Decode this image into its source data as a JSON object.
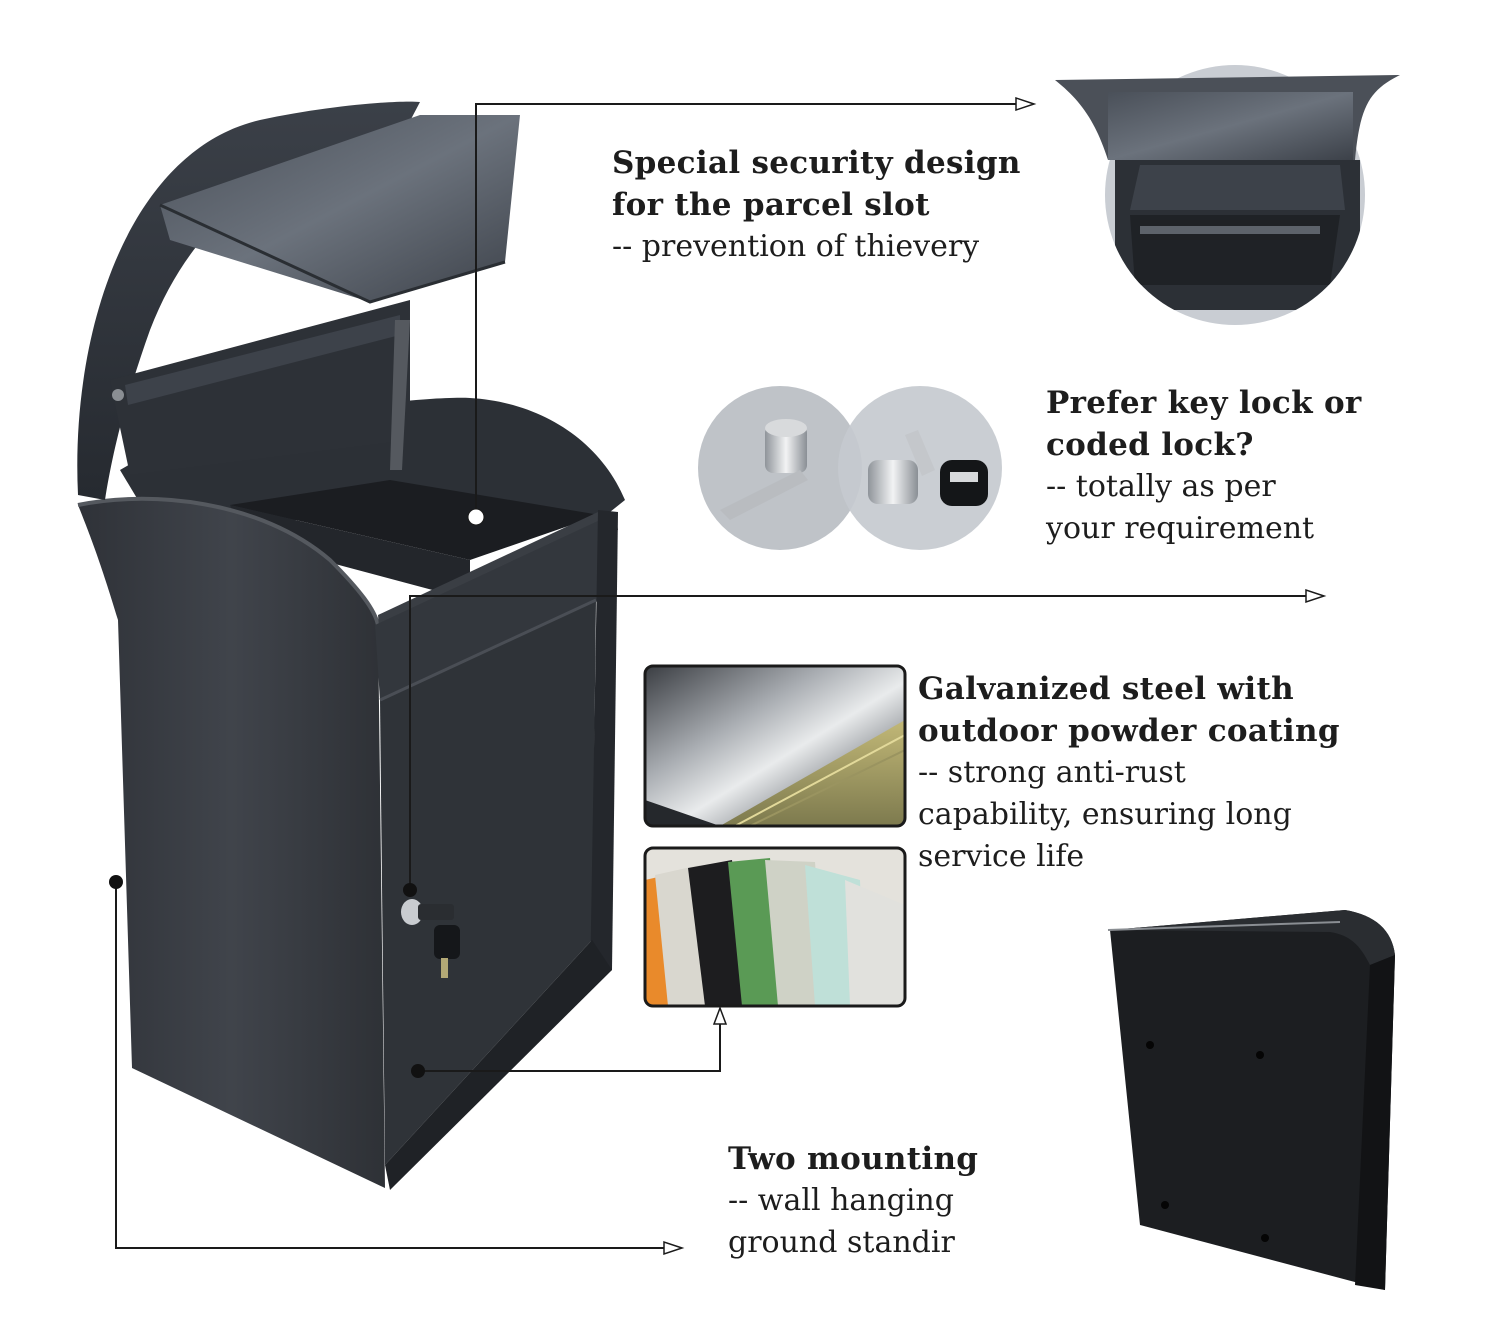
{
  "features": {
    "security": {
      "title": "Special security design\nfor the parcel slot",
      "detail": "-- prevention of thievery"
    },
    "lock": {
      "title": "Prefer key lock or\ncoded lock?",
      "detail": " -- totally as per\nyour requirement"
    },
    "steel": {
      "title": "Galvanized steel with\noutdoor powder coating",
      "detail": "-- strong anti-rust\ncapability, ensuring long\nservice life"
    },
    "mounting": {
      "title": "Two mounting",
      "detail": "-- wall hanging\nground standir"
    }
  },
  "images": {
    "main_product": "parcel-box-open-lid-photo",
    "slot_detail": "parcel-slot-closeup-photo",
    "locks": "key-lock-and-coded-lock-photo",
    "galvanized_sheet": "galvanized-steel-sheets-photo",
    "color_swatches": "powder-coating-color-samples-photo",
    "wall_mounted_box": "wall-mounted-box-photo"
  },
  "colors": {
    "box_body": "#3a3e45",
    "box_dark": "#24272c",
    "text": "#1d1d1d",
    "leader_line": "#1a1a1a",
    "circle_backdrop": "#c9cdd3",
    "swatches": [
      "#e98a2b",
      "#d9d7cf",
      "#1d1d1f",
      "#5a9a55",
      "#cfd2c6",
      "#bfe0d8",
      "#e4e2dc"
    ]
  }
}
